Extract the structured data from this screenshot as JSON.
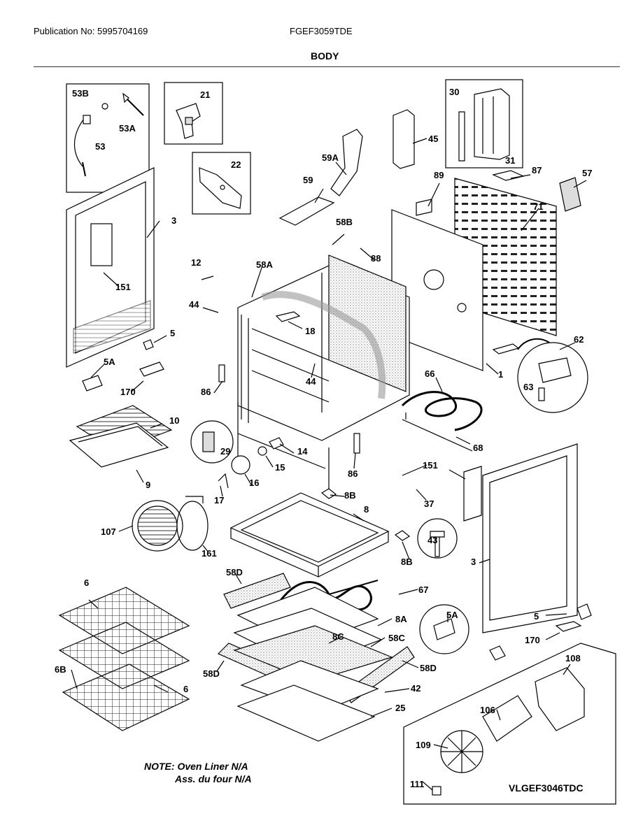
{
  "header": {
    "publication": "Publication No: 5995704169",
    "model": "FGEF3059TDE",
    "section": "BODY"
  },
  "labels": {
    "p53B": "53B",
    "p53A": "53A",
    "p53": "53",
    "p21": "21",
    "p22": "22",
    "p30": "30",
    "p31": "31",
    "p45": "45",
    "p59A": "59A",
    "p59": "59",
    "p89": "89",
    "p87": "87",
    "p57": "57",
    "p71": "71",
    "p3a": "3",
    "p151a": "151",
    "p12": "12",
    "p44a": "44",
    "p58B": "58B",
    "p88": "88",
    "p58A": "58A",
    "p18": "18",
    "p5a": "5",
    "p5Aa": "5A",
    "p170a": "170",
    "p86a": "86",
    "p44b": "44",
    "p1": "1",
    "p62": "62",
    "p63": "63",
    "p66": "66",
    "p68": "68",
    "p10": "10",
    "p9": "9",
    "p29": "29",
    "p14": "14",
    "p15": "15",
    "p16": "16",
    "p17": "17",
    "p86b": "86",
    "p151b": "151",
    "p37": "37",
    "p8Ba": "8B",
    "p8": "8",
    "p43": "43",
    "p8Bb": "8B",
    "p3b": "3",
    "p107": "107",
    "p161": "161",
    "p58Da": "58D",
    "p67": "67",
    "p6a": "6",
    "p8A": "8A",
    "p8C": "8C",
    "p58C": "58C",
    "p5Ab": "5A",
    "p5b": "5",
    "p170b": "170",
    "p6B": "6B",
    "p6b": "6",
    "p58Db": "58D",
    "p58Dc": "58D",
    "p42": "42",
    "p25": "25",
    "p108": "108",
    "p106": "106",
    "p109": "109",
    "p111": "111"
  },
  "note": {
    "line1": "NOTE: Oven Liner N/A",
    "line2": "Ass. du four N/A"
  },
  "diagram_code": "VLGEF3046TDC"
}
